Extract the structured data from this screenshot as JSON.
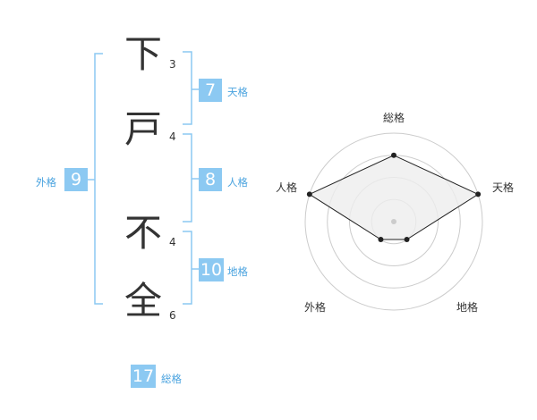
{
  "name": {
    "characters": [
      {
        "char": "下",
        "strokes": "3"
      },
      {
        "char": "戸",
        "strokes": "4"
      },
      {
        "char": "不",
        "strokes": "4"
      },
      {
        "char": "全",
        "strokes": "6"
      }
    ]
  },
  "kaku": {
    "tenkaku": {
      "value": "7",
      "label": "天格"
    },
    "jinkaku": {
      "value": "8",
      "label": "人格"
    },
    "chikaku": {
      "value": "10",
      "label": "地格"
    },
    "gaikaku": {
      "value": "9",
      "label": "外格"
    },
    "soukaku": {
      "value": "17",
      "label": "総格"
    }
  },
  "radar": {
    "labels": {
      "soukaku": "総格",
      "tenkaku": "天格",
      "chikaku": "地格",
      "gaikaku": "外格",
      "jinkaku": "人格"
    },
    "levels": 4,
    "scores": {
      "soukaku": 3,
      "tenkaku": 4,
      "chikaku": 1,
      "gaikaku": 1,
      "jinkaku": 4
    },
    "colors": {
      "line": "#222222",
      "fill": "#eeeeee",
      "grid": "#cccccc",
      "bracket": "#8cc9f2"
    }
  }
}
